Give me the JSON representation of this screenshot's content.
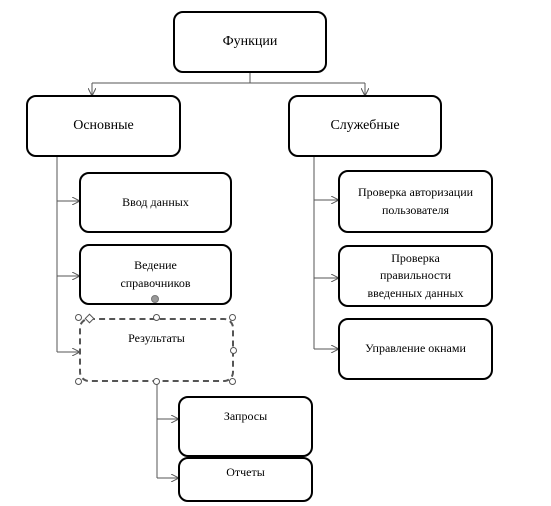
{
  "root": {
    "label": "Функции"
  },
  "branches": [
    {
      "label": "Основные",
      "children": [
        {
          "label": "Ввод данных"
        },
        {
          "label": "Ведение\nсправочников"
        },
        {
          "label": "Результаты",
          "children": [
            {
              "label": "Запросы"
            },
            {
              "label": "Отчеты"
            }
          ]
        }
      ]
    },
    {
      "label": "Служебные",
      "children": [
        {
          "label": "Проверка авторизации\nпользователя"
        },
        {
          "label": "Проверка\nправильности\nвведенных данных"
        },
        {
          "label": "Управление окнами"
        }
      ]
    }
  ],
  "colors": {
    "line": "#555555",
    "border": "#000000",
    "selection": "#555555"
  }
}
